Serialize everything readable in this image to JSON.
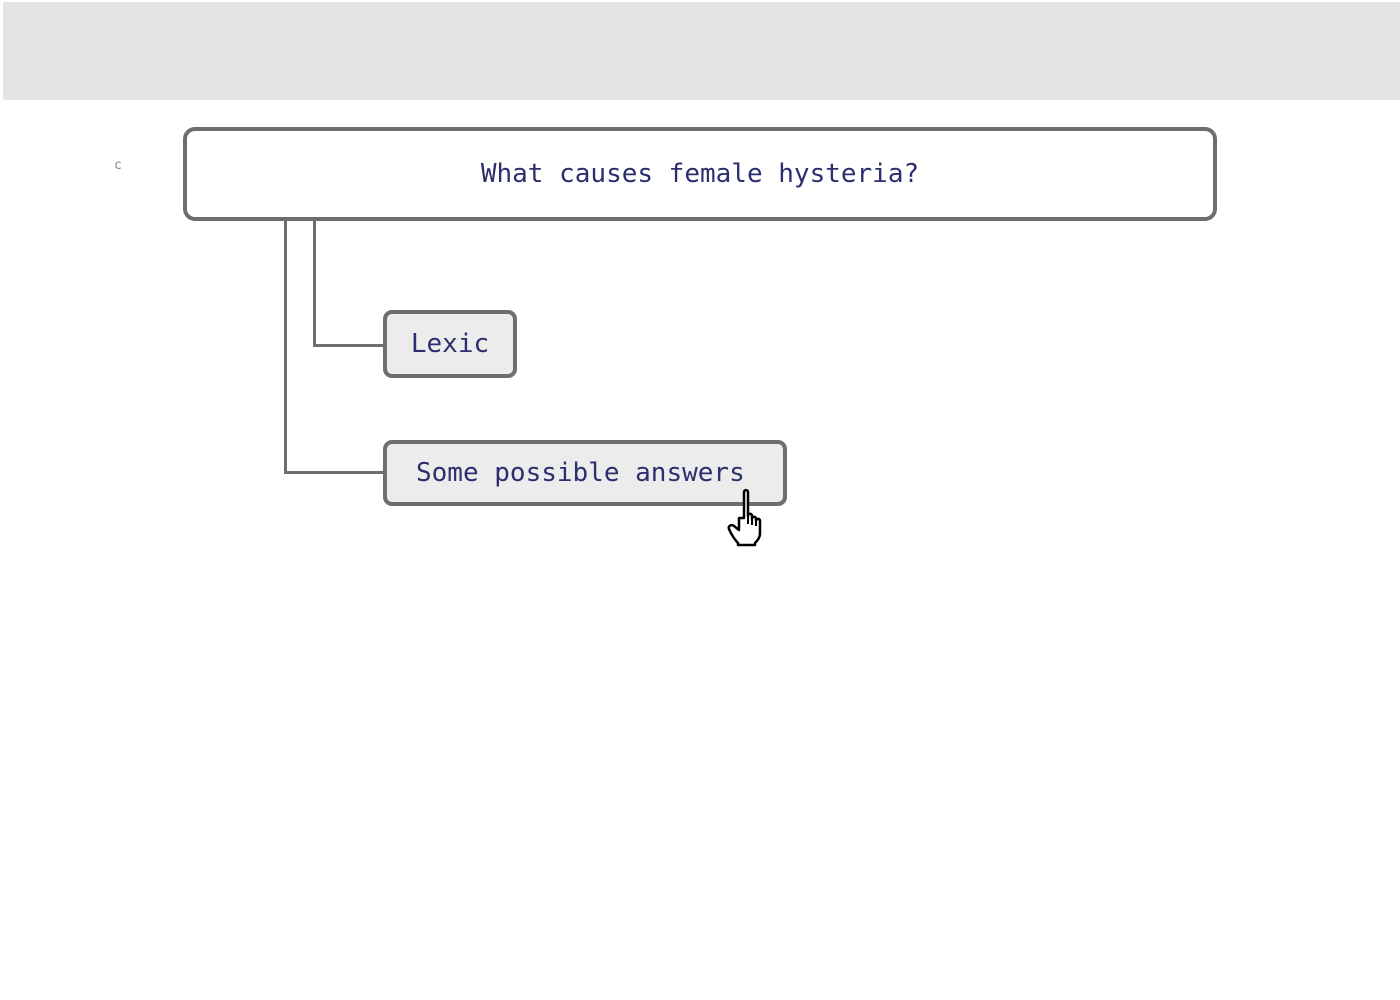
{
  "top_bar": {},
  "side_marker": "c",
  "mindmap": {
    "root": {
      "text": "What causes female hysteria?"
    },
    "children": [
      {
        "text": "Lexic"
      },
      {
        "text": "Some possible answers"
      }
    ]
  },
  "colors": {
    "node_text": "#2c2f6e",
    "node_border": "#6e6e6e",
    "child_fill": "#ececec",
    "top_bar": "#e4e4e4"
  },
  "cursor": {
    "icon": "hand-pointer-icon"
  }
}
